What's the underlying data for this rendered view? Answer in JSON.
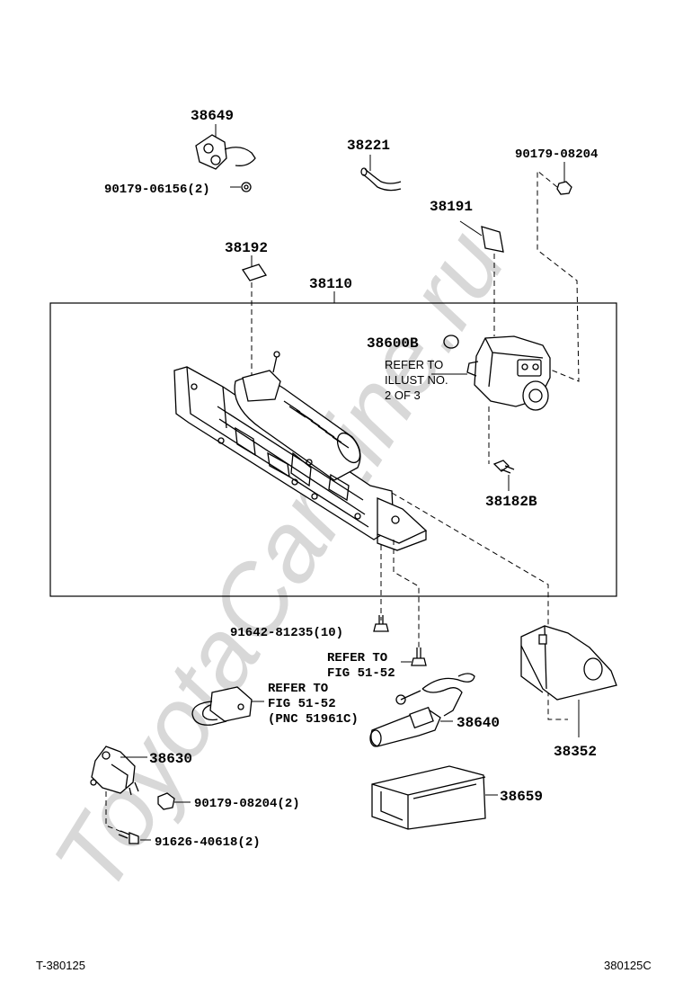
{
  "watermark": "ToyotaCarLine.ru",
  "parts": {
    "p38649": "38649",
    "p90179_06156": "90179-06156(2)",
    "p38221": "38221",
    "p90179_08204_top": "90179-08204",
    "p38191": "38191",
    "p38192": "38192",
    "p38110": "38110",
    "p38600B": "38600B",
    "p38182B": "38182B",
    "p91642_81235": "91642-81235(10)",
    "p38640": "38640",
    "p38352": "38352",
    "p38630": "38630",
    "p90179_08204_bot": "90179-08204(2)",
    "p91626_40618": "91626-40618(2)",
    "p38659": "38659"
  },
  "refs": {
    "illust_line1": "REFER TO",
    "illust_line2": "ILLUST NO.",
    "illust_line3": "2 OF 3",
    "fig1_line1": "REFER TO",
    "fig1_line2": "FIG 51-52",
    "fig2_line1": "REFER TO",
    "fig2_line2": "FIG 51-52",
    "fig2_line3": "(PNC 51961C)"
  },
  "footer": {
    "left_code": "T-380125",
    "right_code": "380125C"
  }
}
